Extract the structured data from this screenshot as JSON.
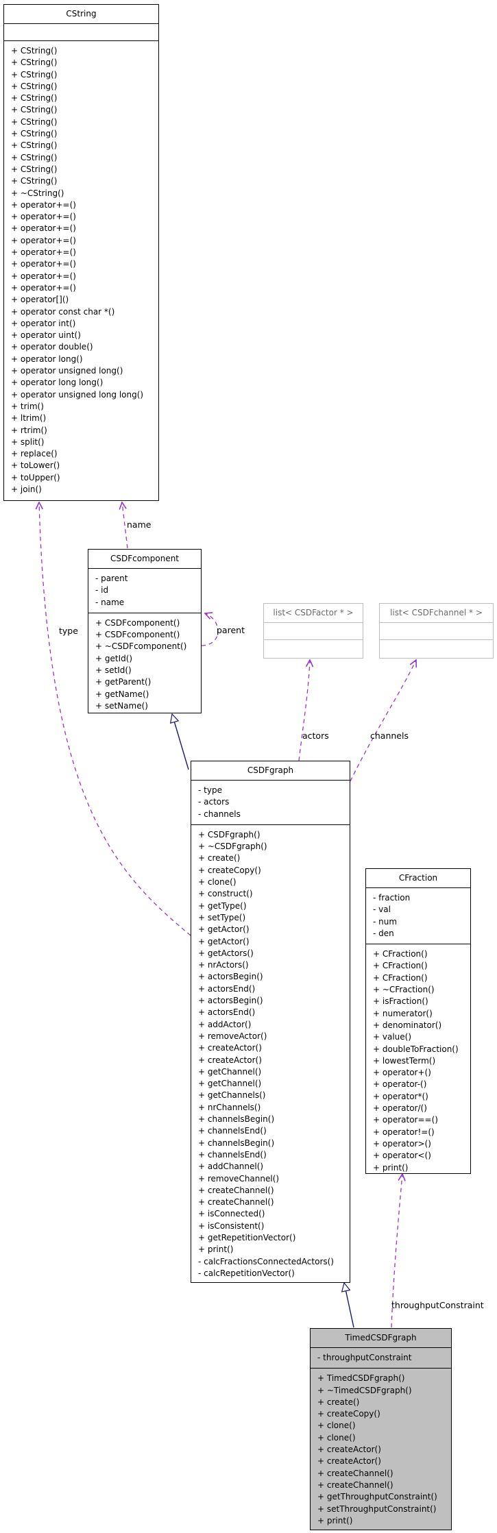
{
  "classes": {
    "cstring": {
      "name": "CString",
      "attributes": [],
      "methods": [
        "+ CString()",
        "+ CString()",
        "+ CString()",
        "+ CString()",
        "+ CString()",
        "+ CString()",
        "+ CString()",
        "+ CString()",
        "+ CString()",
        "+ CString()",
        "+ CString()",
        "+ CString()",
        "+ ~CString()",
        "+ operator+=()",
        "+ operator+=()",
        "+ operator+=()",
        "+ operator+=()",
        "+ operator+=()",
        "+ operator+=()",
        "+ operator+=()",
        "+ operator+=()",
        "+ operator[]()",
        "+ operator const char *()",
        "+ operator int()",
        "+ operator uint()",
        "+ operator double()",
        "+ operator long()",
        "+ operator unsigned long()",
        "+ operator long long()",
        "+ operator unsigned long long()",
        "+ trim()",
        "+ ltrim()",
        "+ rtrim()",
        "+ split()",
        "+ replace()",
        "+ toLower()",
        "+ toUpper()",
        "+ join()"
      ]
    },
    "csdfcomponent": {
      "name": "CSDFcomponent",
      "attributes": [
        "- parent",
        "- id",
        "- name"
      ],
      "methods": [
        "+ CSDFcomponent()",
        "+ CSDFcomponent()",
        "+ ~CSDFcomponent()",
        "+ getId()",
        "+ setId()",
        "+ getParent()",
        "+ getName()",
        "+ setName()"
      ]
    },
    "list_actor": {
      "name": "list< CSDFactor * >",
      "attributes": [],
      "methods": []
    },
    "list_channel": {
      "name": "list< CSDFchannel * >",
      "attributes": [],
      "methods": []
    },
    "csdfgraph": {
      "name": "CSDFgraph",
      "attributes": [
        "- type",
        "- actors",
        "- channels"
      ],
      "methods": [
        "+ CSDFgraph()",
        "+ ~CSDFgraph()",
        "+ create()",
        "+ createCopy()",
        "+ clone()",
        "+ construct()",
        "+ getType()",
        "+ setType()",
        "+ getActor()",
        "+ getActor()",
        "+ getActors()",
        "+ nrActors()",
        "+ actorsBegin()",
        "+ actorsEnd()",
        "+ actorsBegin()",
        "+ actorsEnd()",
        "+ addActor()",
        "+ removeActor()",
        "+ createActor()",
        "+ createActor()",
        "+ getChannel()",
        "+ getChannel()",
        "+ getChannels()",
        "+ nrChannels()",
        "+ channelsBegin()",
        "+ channelsEnd()",
        "+ channelsBegin()",
        "+ channelsEnd()",
        "+ addChannel()",
        "+ removeChannel()",
        "+ createChannel()",
        "+ createChannel()",
        "+ isConnected()",
        "+ isConsistent()",
        "+ getRepetitionVector()",
        "+ print()",
        "- calcFractionsConnectedActors()",
        "- calcRepetitionVector()"
      ]
    },
    "cfraction": {
      "name": "CFraction",
      "attributes": [
        "- fraction",
        "- val",
        "- num",
        "- den"
      ],
      "methods": [
        "+ CFraction()",
        "+ CFraction()",
        "+ CFraction()",
        "+ ~CFraction()",
        "+ isFraction()",
        "+ numerator()",
        "+ denominator()",
        "+ value()",
        "+ doubleToFraction()",
        "+ lowestTerm()",
        "+ operator+()",
        "+ operator-()",
        "+ operator*()",
        "+ operator/()",
        "+ operator==()",
        "+ operator!=()",
        "+ operator>()",
        "+ operator<()",
        "+ print()"
      ]
    },
    "timedcsdfgraph": {
      "name": "TimedCSDFgraph",
      "attributes": [
        "- throughputConstraint"
      ],
      "methods": [
        "+ TimedCSDFgraph()",
        "+ ~TimedCSDFgraph()",
        "+ create()",
        "+ createCopy()",
        "+ clone()",
        "+ clone()",
        "+ createActor()",
        "+ createActor()",
        "+ createChannel()",
        "+ createChannel()",
        "+ getThroughputConstraint()",
        "+ setThroughputConstraint()",
        "+ print()"
      ]
    }
  },
  "edge_labels": {
    "name": "name",
    "type": "type",
    "parent": "parent",
    "actors": "actors",
    "channels": "channels",
    "throughput": "throughputConstraint"
  },
  "colors": {
    "usage_edge": "#9a32cd",
    "inheritance_edge": "#191970",
    "focus_fill": "#bfbfbf",
    "template_border": "#bdbdbd"
  }
}
